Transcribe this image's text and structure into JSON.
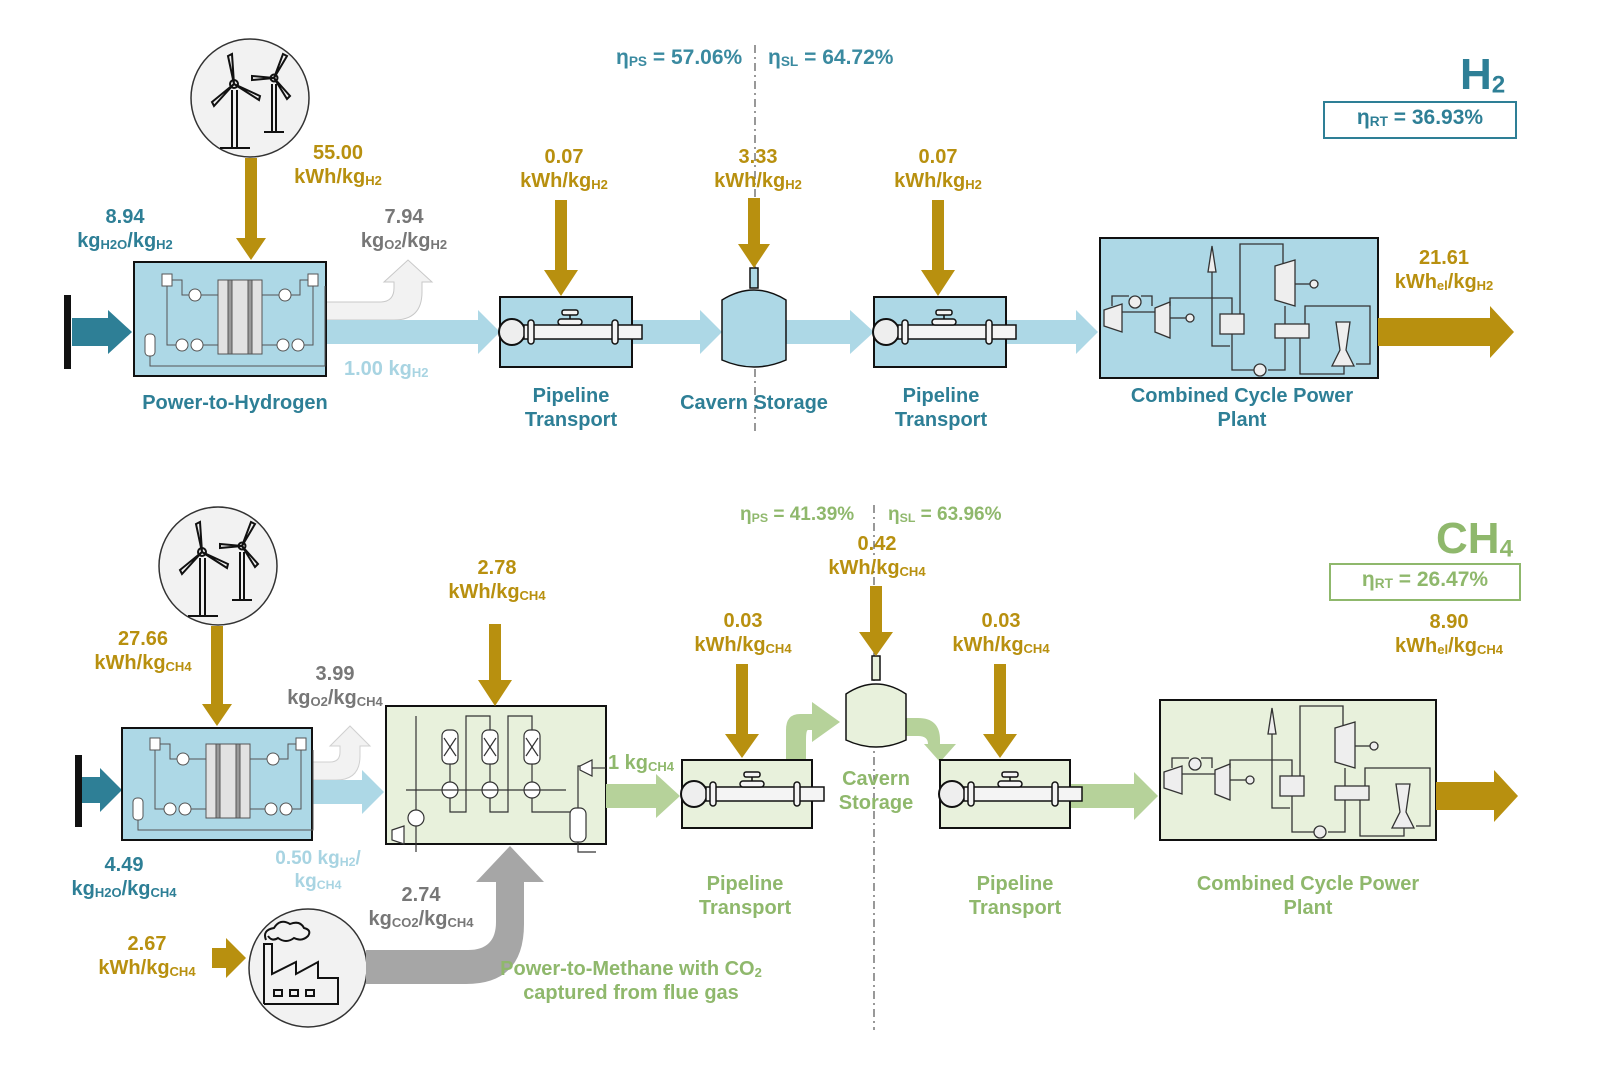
{
  "h2": {
    "title": "H",
    "title_sub": "2",
    "eta_rt": {
      "symbol": "η",
      "sub": "RT",
      "value": "= 36.93%"
    },
    "eta_ps": {
      "symbol": "η",
      "sub": "PS",
      "value": "= 57.06%"
    },
    "eta_sl": {
      "symbol": "η",
      "sub": "SL",
      "value": "= 64.72%"
    },
    "wind_energy": {
      "value": "55.00",
      "unit": "kWh/kg",
      "unit_sub": "H2"
    },
    "water_input": {
      "value": "8.94",
      "unit": "kg",
      "unit_sub": "H2O",
      "unit2": "/kg",
      "unit2_sub": "H2"
    },
    "oxygen_output": {
      "value": "7.94",
      "unit": "kg",
      "unit_sub": "O2",
      "unit2": "/kg",
      "unit2_sub": "H2"
    },
    "hydrogen_flow": {
      "value": "1.00 kg",
      "unit_sub": "H2"
    },
    "pipeline1_energy": {
      "value": "0.07",
      "unit": "kWh/kg",
      "unit_sub": "H2"
    },
    "storage_energy": {
      "value": "3.33",
      "unit": "kWh/kg",
      "unit_sub": "H2"
    },
    "pipeline2_energy": {
      "value": "0.07",
      "unit": "kWh/kg",
      "unit_sub": "H2"
    },
    "power_output": {
      "value": "21.61",
      "unit": "kWh",
      "unit_sub": "el",
      "unit2": "/kg",
      "unit2_sub": "H2"
    },
    "stages": {
      "p2x": "Power-to-Hydrogen",
      "pipeline1_l1": "Pipeline",
      "pipeline1_l2": "Transport",
      "storage": "Cavern Storage",
      "pipeline2_l1": "Pipeline",
      "pipeline2_l2": "Transport",
      "ccpp_l1": "Combined Cycle Power",
      "ccpp_l2": "Plant"
    }
  },
  "ch4": {
    "title": "CH",
    "title_sub": "4",
    "eta_rt": {
      "symbol": "η",
      "sub": "RT",
      "value": "= 26.47%"
    },
    "eta_ps": {
      "symbol": "η",
      "sub": "PS",
      "value": "= 41.39%"
    },
    "eta_sl": {
      "symbol": "η",
      "sub": "SL",
      "value": "= 63.96%"
    },
    "wind_energy": {
      "value": "27.66",
      "unit": "kWh/kg",
      "unit_sub": "CH4"
    },
    "water_input": {
      "value": "4.49",
      "unit": "kg",
      "unit_sub": "H2O",
      "unit2": "/kg",
      "unit2_sub": "CH4"
    },
    "oxygen_output": {
      "value": "3.99",
      "unit": "kg",
      "unit_sub": "O2",
      "unit2": "/kg",
      "unit2_sub": "CH4"
    },
    "hydrogen_flow": {
      "value": "0.50 kg",
      "unit_sub": "H2",
      "unit2": "/",
      "line2": "kg",
      "line2_sub": "CH4"
    },
    "methanation_energy": {
      "value": "2.78",
      "unit": "kWh/kg",
      "unit_sub": "CH4"
    },
    "capture_energy": {
      "value": "2.67",
      "unit": "kWh/kg",
      "unit_sub": "CH4"
    },
    "co2_input": {
      "value": "2.74",
      "unit": "kg",
      "unit_sub": "CO2",
      "unit2": "/kg",
      "unit2_sub": "CH4"
    },
    "methane_flow": {
      "value": "1 kg",
      "unit_sub": "CH4"
    },
    "pipeline1_energy": {
      "value": "0.03",
      "unit": "kWh/kg",
      "unit_sub": "CH4"
    },
    "storage_energy": {
      "value": "0.42",
      "unit": "kWh/kg",
      "unit_sub": "CH4"
    },
    "pipeline2_energy": {
      "value": "0.03",
      "unit": "kWh/kg",
      "unit_sub": "CH4"
    },
    "power_output": {
      "value": "8.90",
      "unit": "kWh",
      "unit_sub": "el",
      "unit2": "/kg",
      "unit2_sub": "CH4"
    },
    "stages": {
      "p2x_l1": "Power-to-Methane with CO",
      "p2x_l1_sub": "2",
      "p2x_l2": "captured from flue gas",
      "pipeline1_l1": "Pipeline",
      "pipeline1_l2": "Transport",
      "storage_l1": "Cavern",
      "storage_l2": "Storage",
      "pipeline2_l1": "Pipeline",
      "pipeline2_l2": "Transport",
      "ccpp_l1": "Combined Cycle Power",
      "ccpp_l2": "Plant"
    }
  },
  "colors": {
    "energy": "#b8900f",
    "h2_accent": "#2e7f96",
    "h2_box": "#add8e6",
    "ch4_accent": "#8fb86c",
    "ch4_box": "#e8f1dc",
    "co2": "#a6a6a6",
    "oxygen": "#f2f2f2"
  }
}
